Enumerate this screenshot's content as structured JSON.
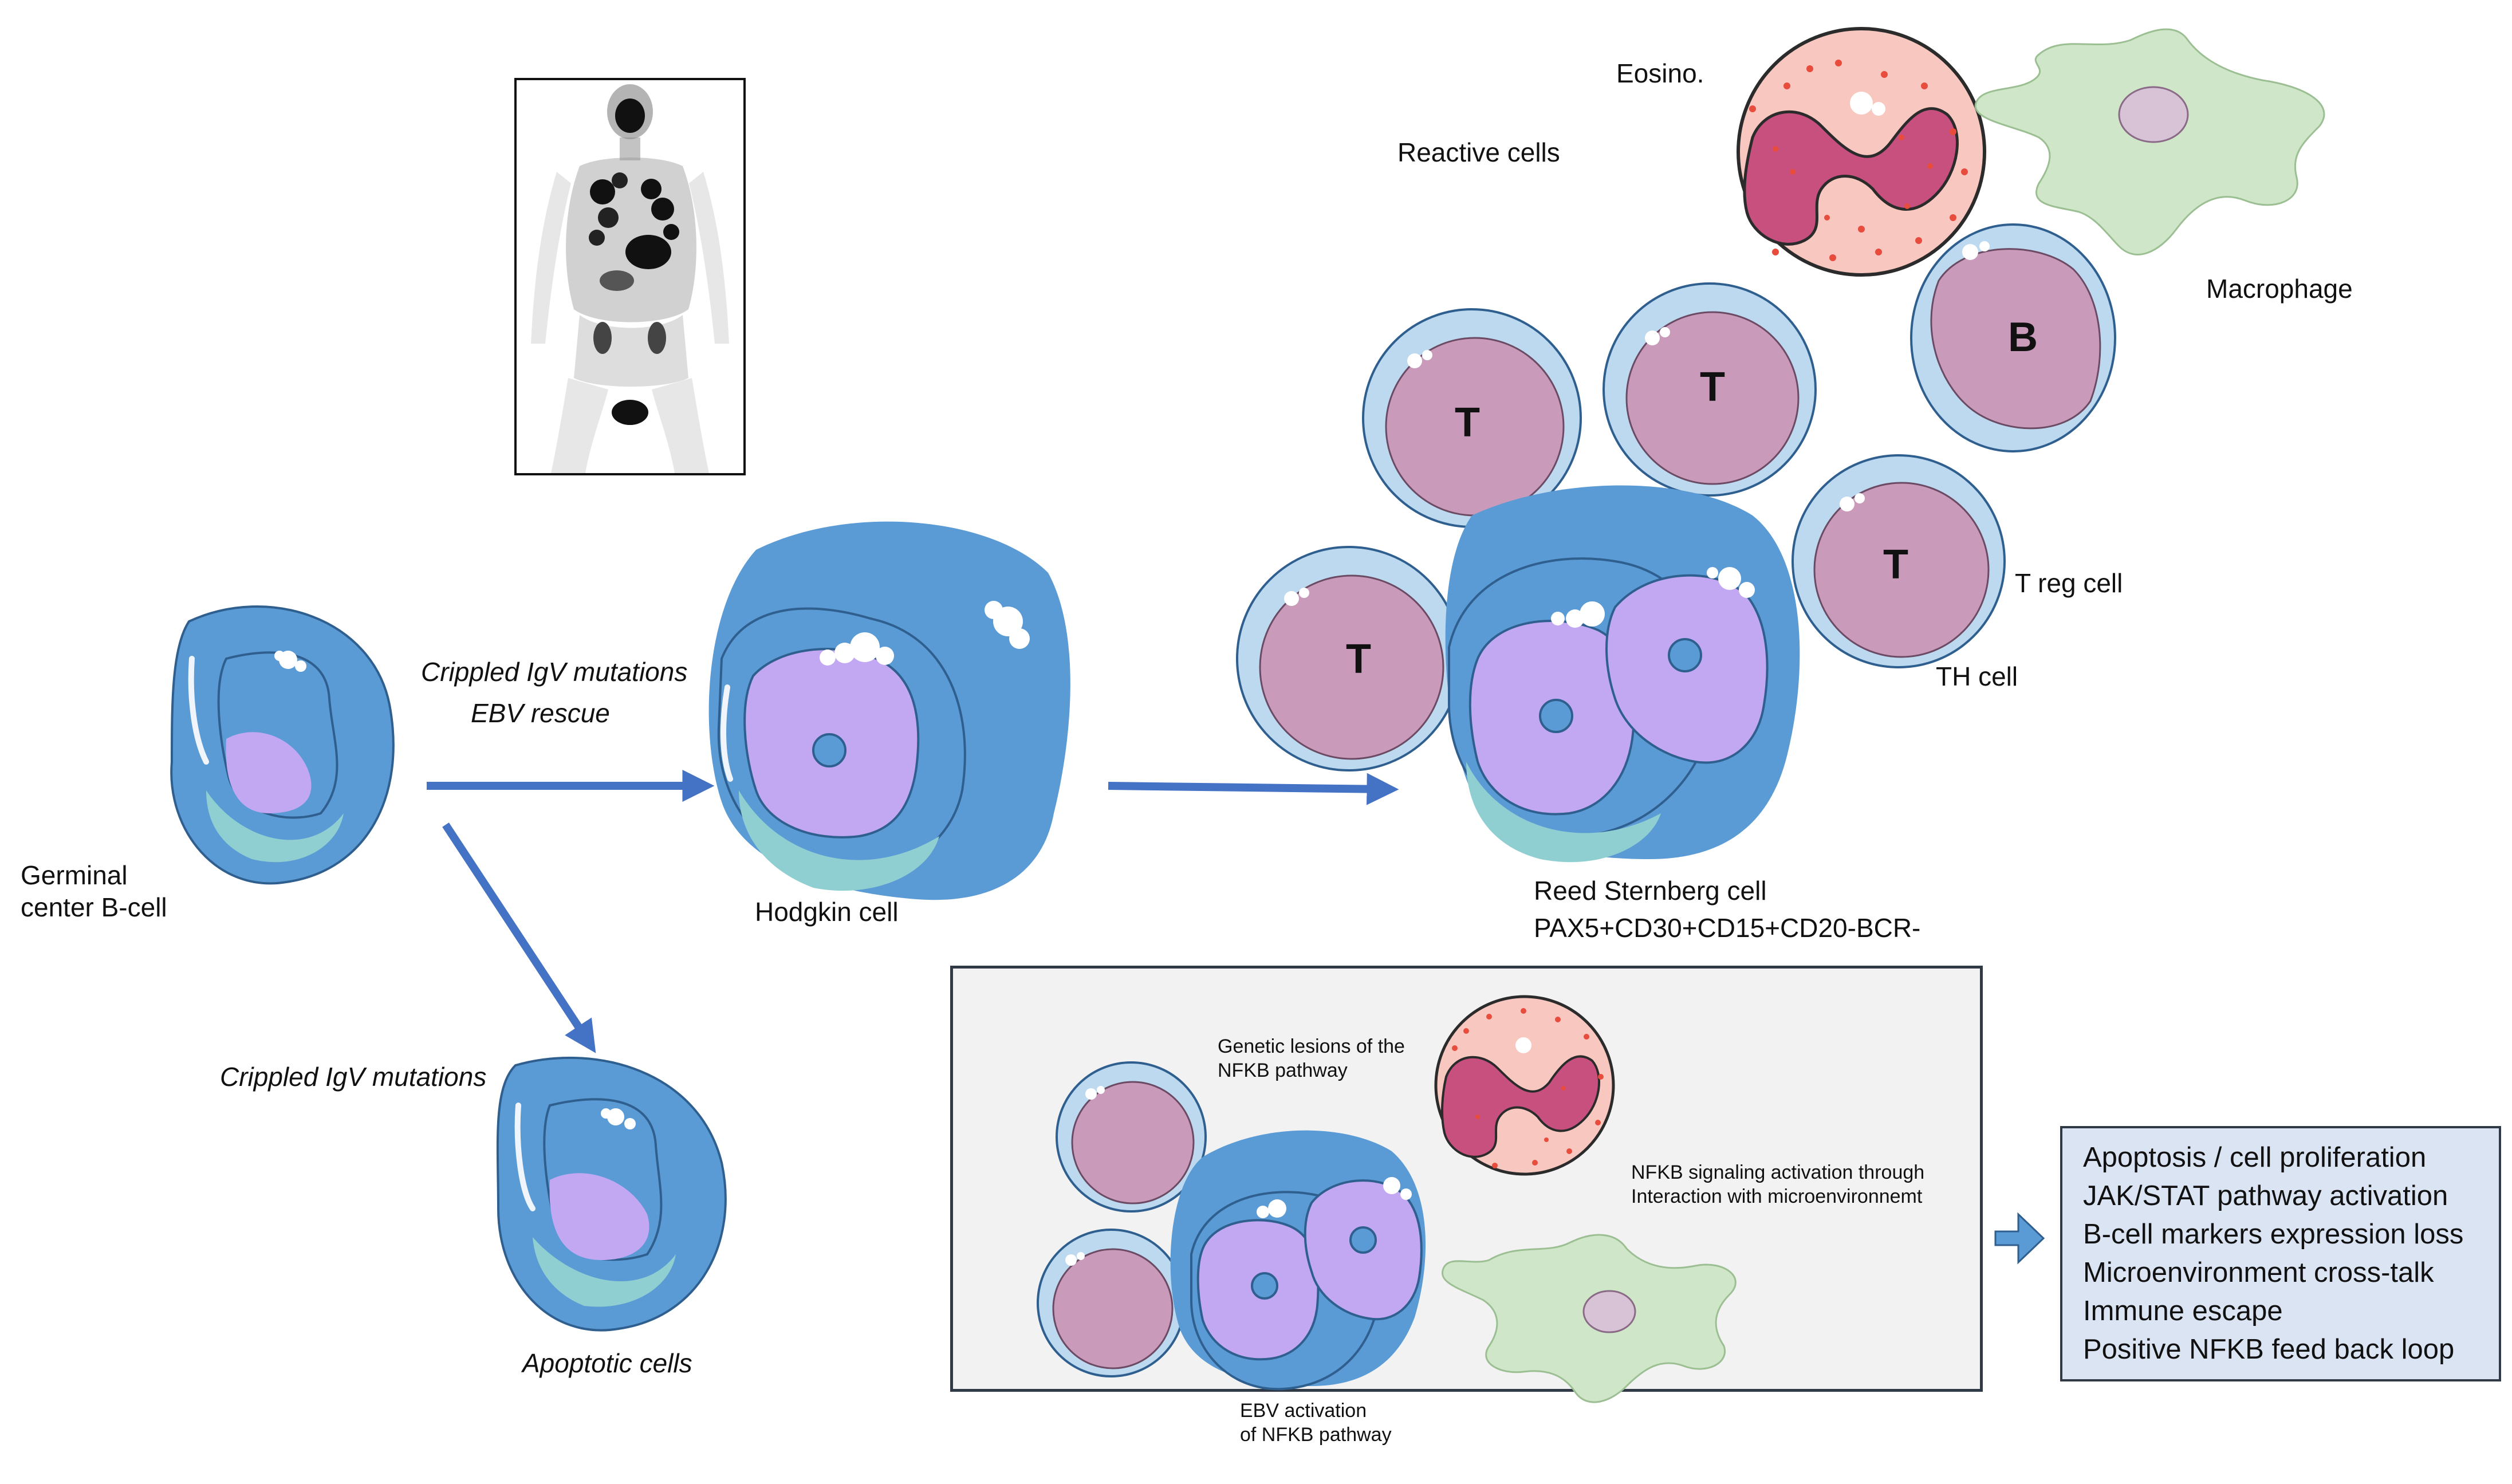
{
  "labels": {
    "germinal": "Germinal\ncenter B-cell",
    "crippled_top": "Crippled IgV mutations",
    "ebv_rescue": "EBV rescue",
    "hodgkin": "Hodgkin cell",
    "crippled_bottom": "Crippled IgV mutations",
    "apoptotic": "Apoptotic cells",
    "reactive": "Reactive cells",
    "eosino": "Eosino.",
    "macrophage": "Macrophage",
    "treg": "T reg cell",
    "th": "TH cell",
    "rs_name": "Reed Sternberg  cell",
    "rs_markers": "PAX5+CD30+CD15+CD20-BCR-",
    "t_letter": "T",
    "b_letter": "B"
  },
  "panel": {
    "genetic": "Genetic lesions of the\nNFKB pathway",
    "nfkb_signal": "NFKB signaling activation through\nInteraction with microenvironnemt",
    "ebv": "EBV activation\nof NFKB pathway"
  },
  "summary": {
    "items": [
      "Apoptosis / cell proliferation",
      "JAK/STAT  pathway activation",
      "B-cell markers expression loss",
      "Microenvironment cross-talk",
      "Immune escape",
      "Positive NFKB feed back loop"
    ]
  },
  "colors": {
    "cell_blue": "#5b9bd5",
    "cell_outline": "#2f5f8f",
    "cyto_teal": "#8fcfd1",
    "nucleus_purple": "#c2a8f2",
    "t_cell_rim": "#bcd9f0",
    "t_cell_body": "#c99aba",
    "eosinophil_body": "#f8c8c0",
    "eosinophil_nucleus": "#c8507f",
    "macrophage": "#cfe6c8",
    "arrow_blue": "#4472c4",
    "summary_bg": "#dbe4f3",
    "panel_bg": "#f2f2f2"
  }
}
